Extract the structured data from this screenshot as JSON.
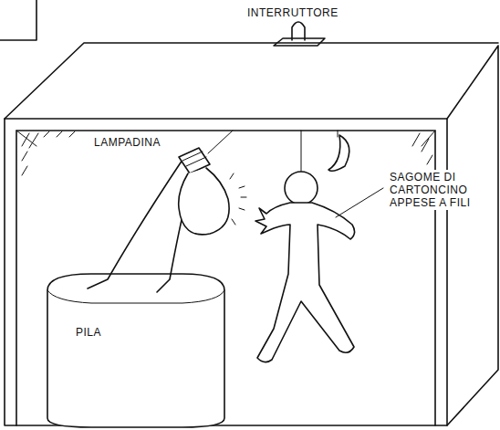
{
  "diagram": {
    "labels": [
      "INTERRUTTORE",
      "LAMPADINA",
      "SAGOME DI CARTONCINO APPESE A FILI",
      "PILA"
    ]
  }
}
